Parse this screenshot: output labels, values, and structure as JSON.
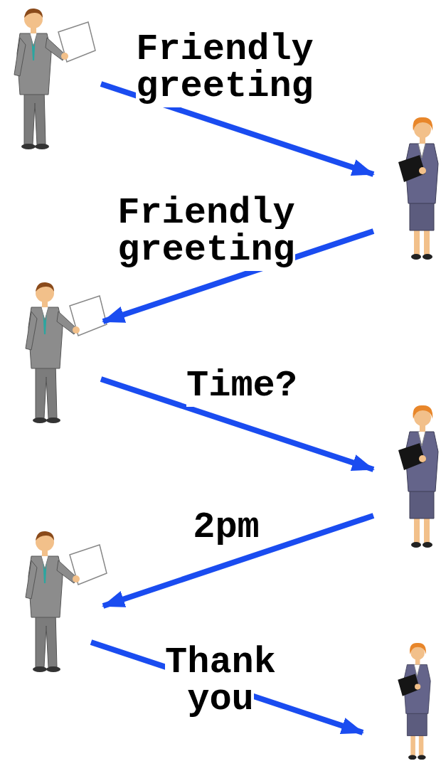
{
  "diagram": {
    "labels": [
      "Friendly greeting",
      "Friendly greeting",
      "Time?",
      "2pm",
      "Thank you"
    ]
  }
}
